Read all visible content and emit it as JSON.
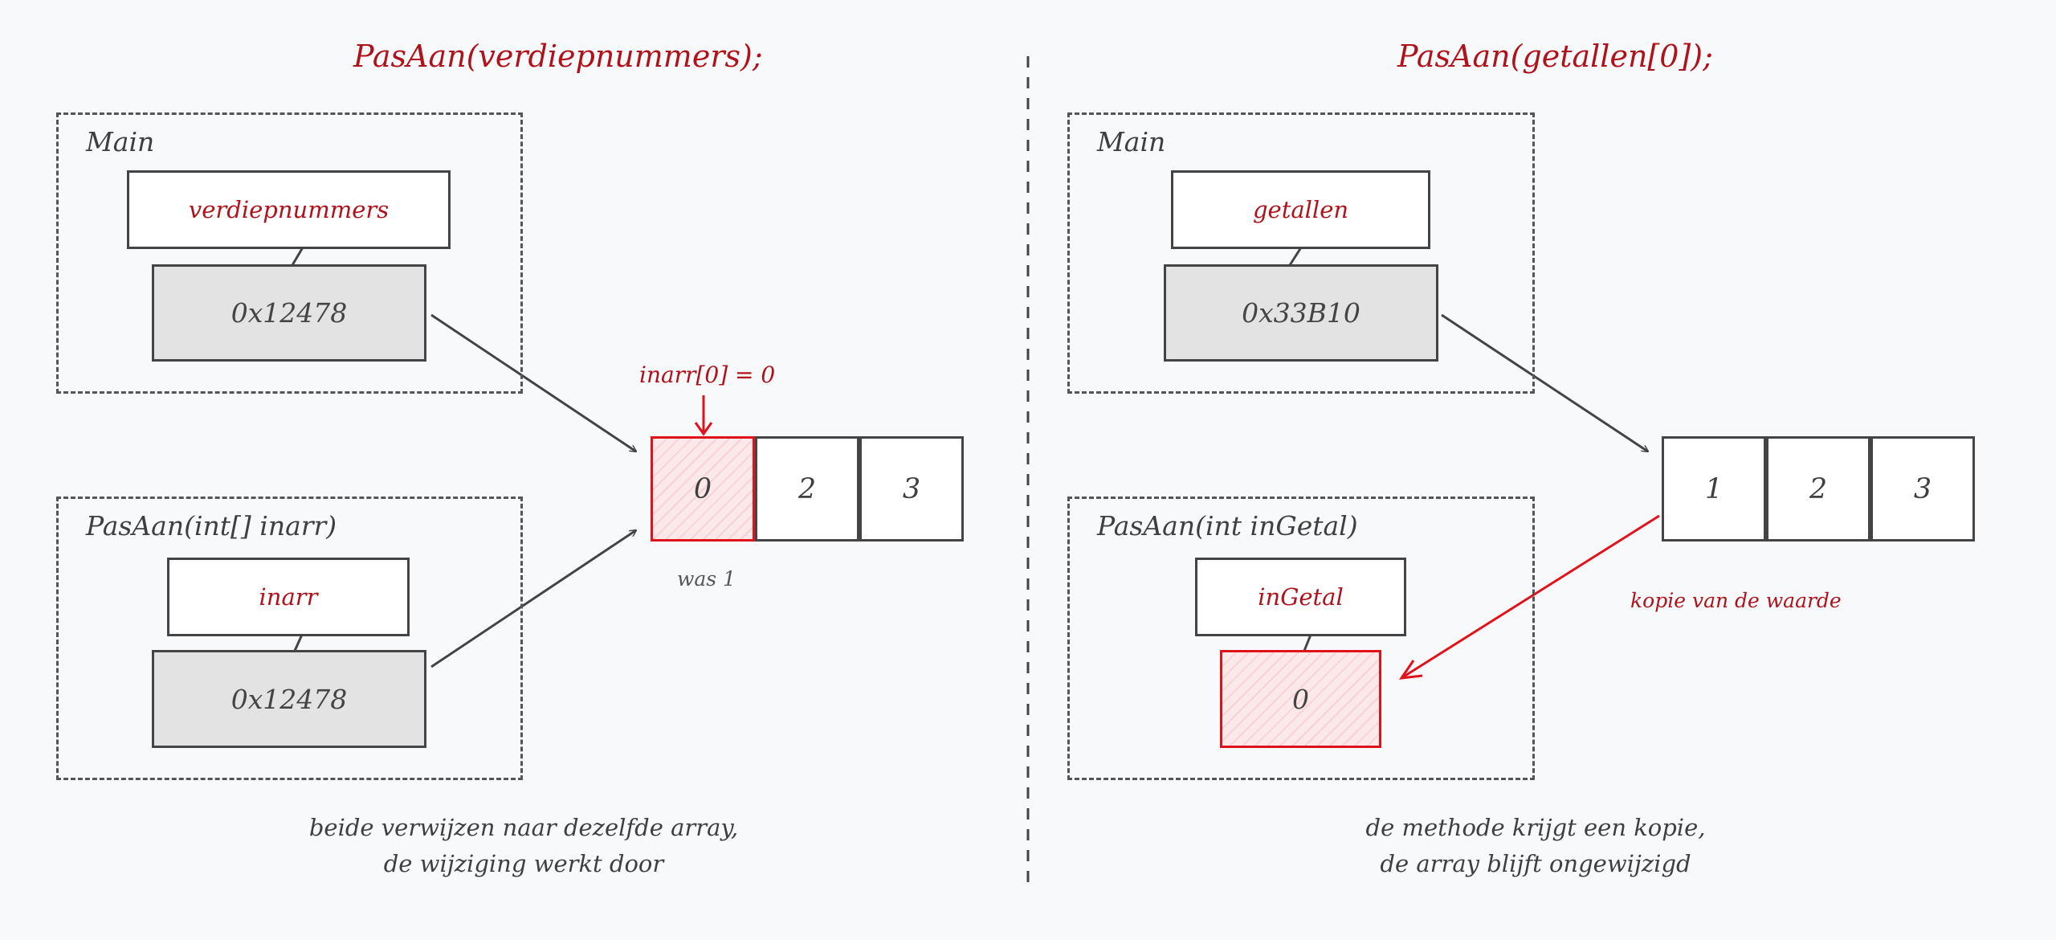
{
  "left": {
    "title": "PasAan(verdiepnummers);",
    "main_frame": {
      "label": "Main",
      "var_name": "verdiepnummers",
      "value": "0x12478"
    },
    "method_frame": {
      "label": "PasAan(int[] inarr)",
      "var_name": "inarr",
      "value": "0x12478"
    },
    "array": [
      "0",
      "2",
      "3"
    ],
    "annotation": "inarr[0] = 0",
    "was_note": "was 1",
    "caption": [
      "beide verwijzen naar dezelfde array,",
      "de wijziging werkt door"
    ]
  },
  "right": {
    "title": "PasAan(getallen[0]);",
    "main_frame": {
      "label": "Main",
      "var_name": "getallen",
      "value": "0x33B10"
    },
    "method_frame": {
      "label": "PasAan(int inGetal)",
      "var_name": "inGetal",
      "value": "0"
    },
    "array": [
      "1",
      "2",
      "3"
    ],
    "annotation": "kopie van de waarde",
    "caption": [
      "de methode krijgt een kopie,",
      "de array blijft ongewijzigd"
    ]
  },
  "colors": {
    "accent_red": "#b0121b",
    "highlight_red": "#e0121b",
    "ink": "#444444",
    "value_fill": "#e3e3e3",
    "background": "#f8f9fa"
  }
}
